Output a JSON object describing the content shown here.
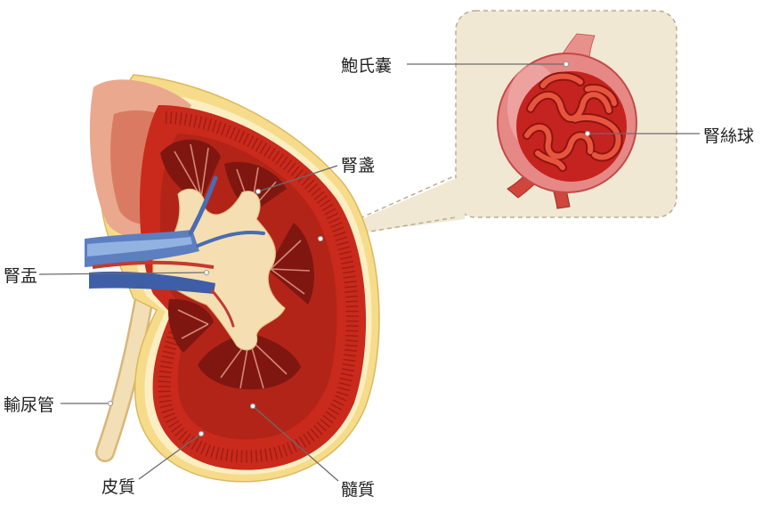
{
  "figure": {
    "labels": {
      "bowman_capsule": "鮑氏囊",
      "glomerulus": "腎絲球",
      "calyx": "腎盞",
      "renal_pelvis": "腎盂",
      "ureter": "輸尿管",
      "cortex": "皮質",
      "medulla": "髓質"
    }
  },
  "colors": {
    "cortex": "#c92a1c",
    "medulla": "#8a1a12",
    "capsule_fat": "#f6dc8a",
    "renal_pelvis": "#f5dfb2",
    "vein": "#5d7fc0",
    "inset_background": "#f1e8d4",
    "glomerulus": "#c5231f"
  }
}
